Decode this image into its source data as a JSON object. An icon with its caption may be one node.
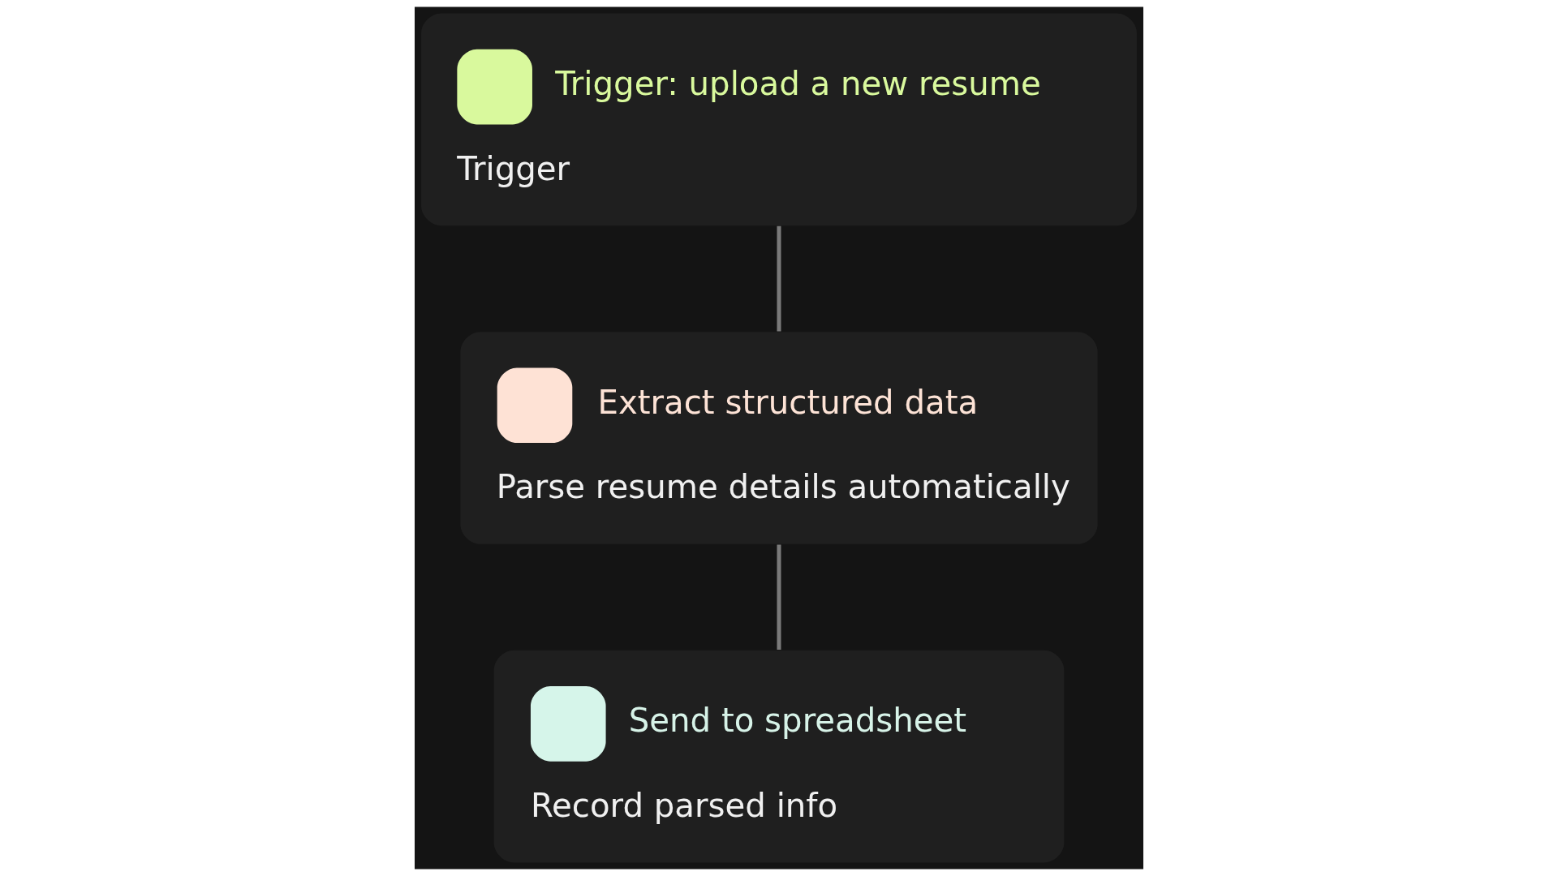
{
  "diagram": {
    "nodes": [
      {
        "text": [
          "Trigger: upload a new resume",
          "Trigger"
        ]
      },
      {
        "text": [
          "Extract structured data",
          "Parse resume details automatically"
        ]
      },
      {
        "text": [
          "Send to spreadsheet",
          "Record parsed info"
        ]
      }
    ],
    "edges": [
      {
        "from": 0,
        "to": 1,
        "arrow": "none"
      },
      {
        "from": 1,
        "to": 2,
        "arrow": "none"
      }
    ]
  }
}
